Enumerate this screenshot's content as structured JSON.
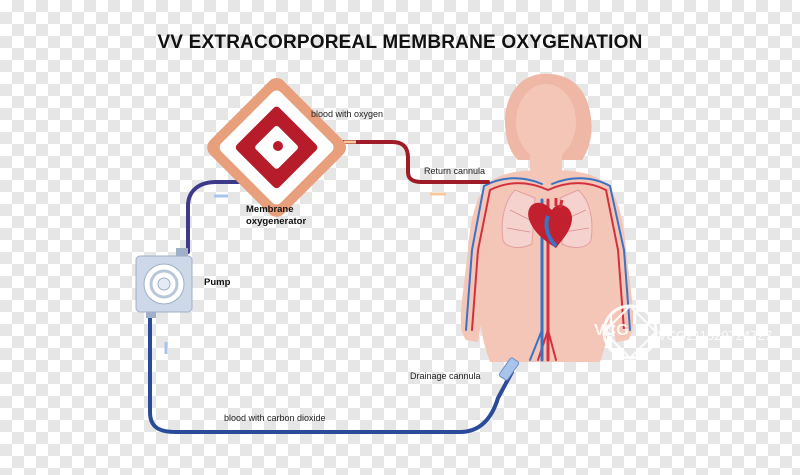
{
  "title": "VV EXTRACORPOREAL MEMBRANE OXYGENATION",
  "labels": {
    "blood_with_oxygen": "blood with oxygen",
    "return_cannula": "Return cannula",
    "membrane_line1": "Membrane",
    "membrane_line2": "oxygenerator",
    "pump": "Pump",
    "drainage_cannula": "Drainage cannula",
    "blood_with_co2": "blood with carbon dioxide"
  },
  "watermark": {
    "logo_text": "VCG",
    "stock_id": "VCG211529724727"
  },
  "colors": {
    "oxygenated_blood": "#9e1b28",
    "deoxygenated_blood": "#2a4a9a",
    "body_skin": "#f3c6b7",
    "oxygenator_outer": "#e8a07c",
    "oxygenator_core": "#b71c2a",
    "pump_body": "#cdd9e8",
    "flow_arrow_warm": "#f5c99b",
    "flow_arrow_cool": "#a9c4ec",
    "heart": "#c2202f",
    "artery": "#d3303d",
    "vein": "#3a72c4"
  }
}
